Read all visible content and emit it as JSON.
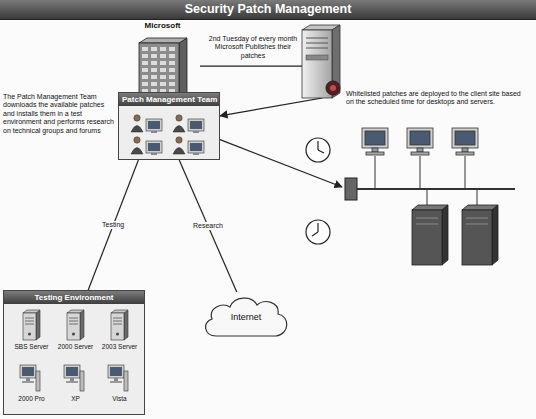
{
  "diagram": {
    "title": "Security Patch Management",
    "nodes": [
      {
        "text": [
          "Microsoft"
        ]
      },
      {
        "text": [
          "Patch Management Team"
        ]
      },
      {
        "text": [
          "Testing Environment"
        ]
      },
      {
        "text": [
          "SBS Server"
        ],
        "in": 2
      },
      {
        "text": [
          "2000 Server"
        ],
        "in": 2
      },
      {
        "text": [
          "2003 Server"
        ],
        "in": 2
      },
      {
        "text": [
          "2000 Pro"
        ],
        "in": 2
      },
      {
        "text": [
          "XP"
        ],
        "in": 2
      },
      {
        "text": [
          "Vista"
        ],
        "in": 2
      },
      {
        "text": [
          "Internet"
        ]
      },
      {
        "text": [
          "Whitelisted patches are deployed to the client site based on the scheduled time for desktops and servers."
        ]
      }
    ],
    "edges": [
      {
        "from": 0,
        "to": 1,
        "arrow": "to",
        "label": "2nd Tuesday of every month Microsoft Publishes their patches"
      },
      {
        "from": 1,
        "to": 2,
        "arrow": "none",
        "label": "Testing"
      },
      {
        "from": 1,
        "to": 9,
        "arrow": "none",
        "label": "Research"
      },
      {
        "from": 1,
        "to": 10,
        "arrow": "to"
      }
    ],
    "labels": [
      "The Patch Management Team downloads the available patches and installs them in a test environment and performs research on technical groups and forums"
    ]
  }
}
